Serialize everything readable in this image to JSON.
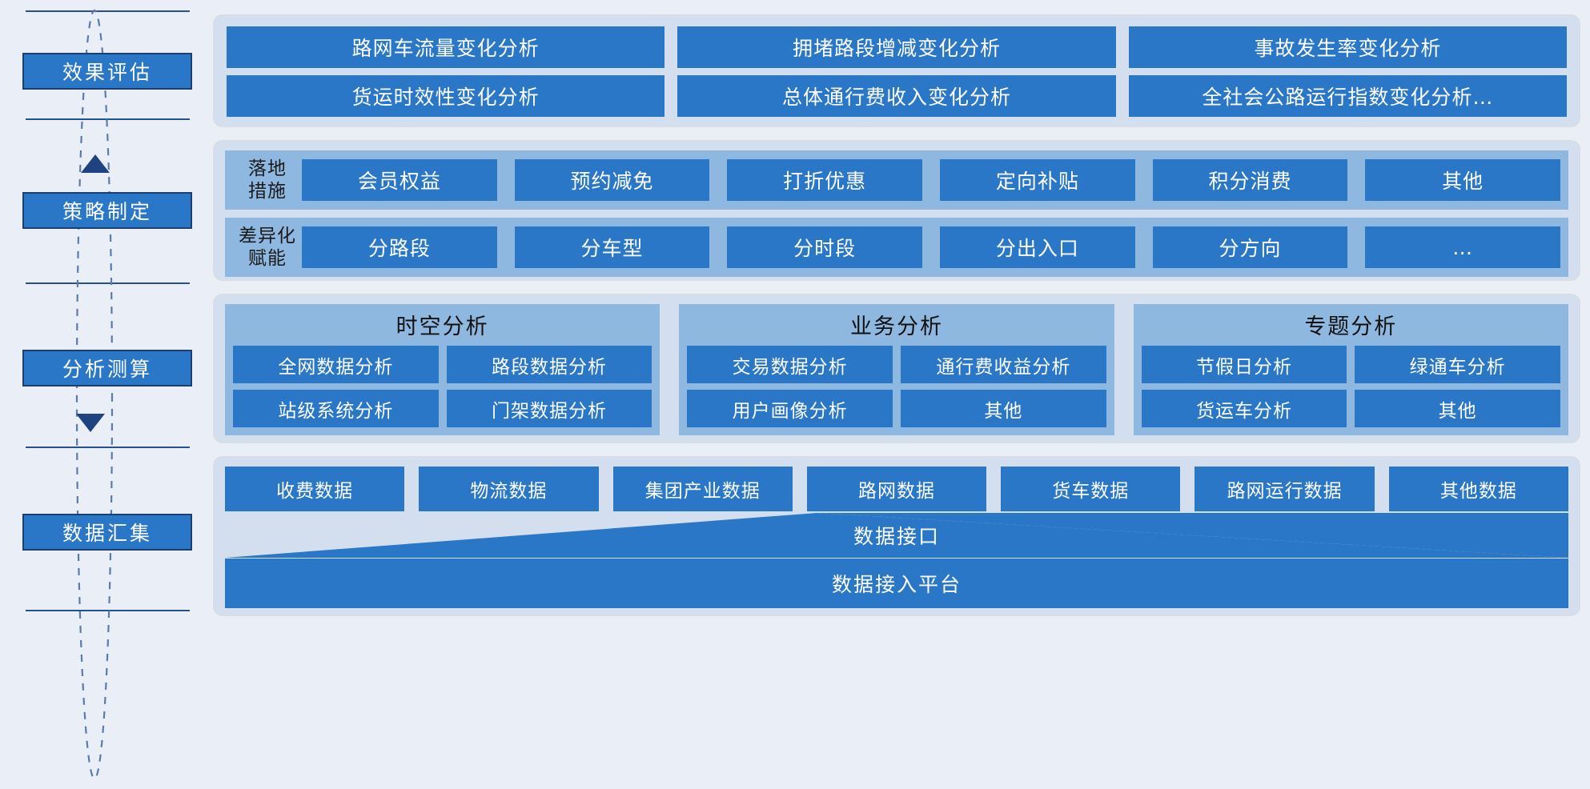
{
  "stages": [
    {
      "label": "效果评估"
    },
    {
      "label": "策略制定"
    },
    {
      "label": "分析测算"
    },
    {
      "label": "数据汇集"
    }
  ],
  "evaluation": {
    "items": [
      "路网车流量变化分析",
      "拥堵路段增减变化分析",
      "事故发生率变化分析",
      "货运时效性变化分析",
      "总体通行费收入变化分析",
      "全社会公路运行指数变化分析…"
    ]
  },
  "strategy": {
    "rows": [
      {
        "label": "落地\n措施",
        "items": [
          "会员权益",
          "预约减免",
          "打折优惠",
          "定向补贴",
          "积分消费",
          "其他"
        ]
      },
      {
        "label": "差异化\n赋能",
        "items": [
          "分路段",
          "分车型",
          "分时段",
          "分出入口",
          "分方向",
          "…"
        ]
      }
    ]
  },
  "analysis": {
    "columns": [
      {
        "title": "时空分析",
        "items": [
          "全网数据分析",
          "路段数据分析",
          "站级系统分析",
          "门架数据分析"
        ]
      },
      {
        "title": "业务分析",
        "items": [
          "交易数据分析",
          "通行费收益分析",
          "用户画像分析",
          "其他"
        ]
      },
      {
        "title": "专题分析",
        "items": [
          "节假日分析",
          "绿通车分析",
          "货运车分析",
          "其他"
        ]
      }
    ]
  },
  "data_collection": {
    "sources": [
      "收费数据",
      "物流数据",
      "集团产业数据",
      "路网数据",
      "货车数据",
      "路网运行数据",
      "其他数据"
    ],
    "interface_label": "数据接口",
    "platform_label": "数据接入平台"
  },
  "colors": {
    "page_background": "#eaeef6",
    "panel_background": "#d3dfef",
    "subgroup_background": "#8fb8e0",
    "chip_blue": "#2a77c8",
    "stage_border": "#1b3f72",
    "rail_line": "#24528f",
    "dashed_cycle": "#5b7bab",
    "arrow": "#1f4380"
  }
}
